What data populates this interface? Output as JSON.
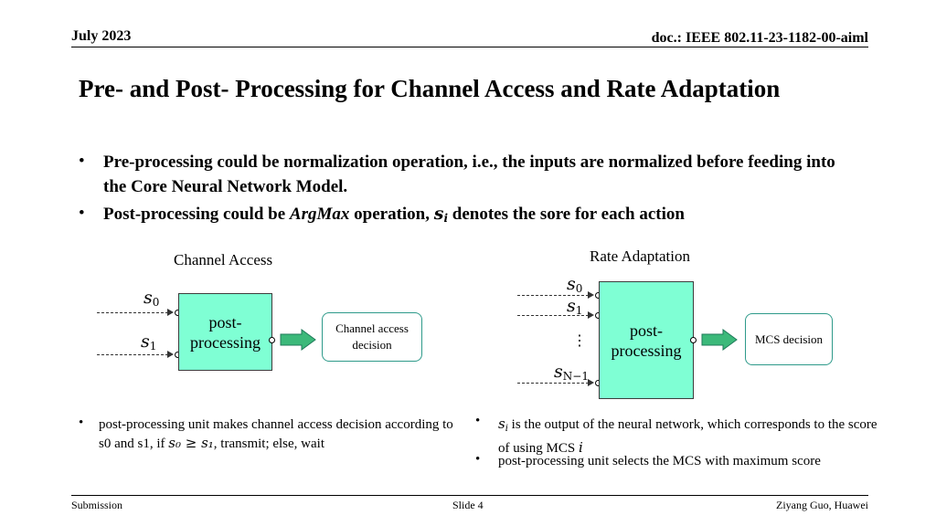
{
  "header": {
    "date": "July 2023",
    "doc": "doc.: IEEE 802.11-23-1182-00-aiml"
  },
  "title": "Pre- and Post- Processing for Channel Access and Rate Adaptation",
  "bullets": {
    "b1": "Pre-processing could be normalization operation, i.e., the inputs are normalized before feeding into the Core Neural Network Model.",
    "b2_pre": "Post-processing could be ",
    "b2_em": "ArgMax",
    "b2_mid": " operation, ",
    "b2_var": "s",
    "b2_sub": "i",
    "b2_post": " denotes the sore for each action"
  },
  "channel_access": {
    "heading": "Channel Access",
    "input0": "s",
    "input0_sub": "0",
    "input1": "s",
    "input1_sub": "1",
    "box": "post-\nprocessing",
    "decision": "Channel access decision",
    "note_pre": "post-processing unit makes channel access decision according to s0 and s1, if ",
    "note_math": "s₀ ≥ s₁",
    "note_post": ", transmit; else, wait"
  },
  "rate_adaptation": {
    "heading": "Rate Adaptation",
    "input0": "s",
    "input0_sub": "0",
    "input1": "s",
    "input1_sub": "1",
    "ellipsis": "⋮",
    "inputN": "s",
    "inputN_sub": "N−1",
    "box": "post-\nprocessing",
    "decision": "MCS decision",
    "note1_var": "s",
    "note1_sub": "i",
    "note1_text": " is the output of the neural network, which corresponds to the score of using MCS ",
    "note1_var2": "i",
    "note2": "post-processing unit selects the MCS with maximum score"
  },
  "footer": {
    "left": "Submission",
    "center": "Slide 4",
    "right": "Ziyang Guo, Huawei"
  },
  "colors": {
    "box_fill": "#7fffd4",
    "arrow_fill": "#3cb97a",
    "decision_border": "#2e9a8a"
  },
  "icons": {
    "arrow": "block-right-arrow"
  }
}
